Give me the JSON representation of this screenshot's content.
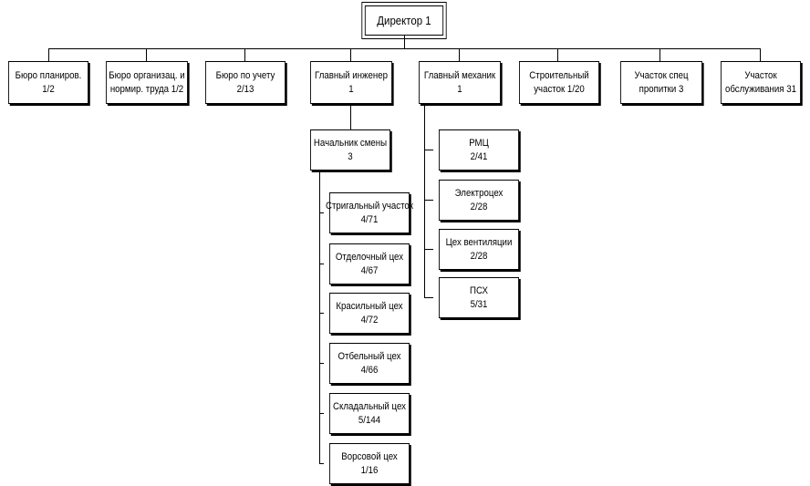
{
  "director": {
    "line1": "Директор 1"
  },
  "departments": [
    {
      "line1": "Бюро планиров.",
      "line2": "1/2"
    },
    {
      "line1": "Бюро организац. и",
      "line2": "нормир. труда 1/2"
    },
    {
      "line1": "Бюро по учету",
      "line2": "2/13"
    },
    {
      "line1": "Главный инженер",
      "line2": "1"
    },
    {
      "line1": "Главный механик",
      "line2": "1"
    },
    {
      "line1": "Строительный",
      "line2": "участок 1/20"
    },
    {
      "line1": "Участок спец",
      "line2": "пропитки 3"
    },
    {
      "line1": "Участок",
      "line2": "обслуживания 31"
    }
  ],
  "shift_head": {
    "line1": "Начальник смены",
    "line2": "3"
  },
  "workshops": [
    {
      "line1": "Стригальный участок",
      "line2": "4/71"
    },
    {
      "line1": "Отделочный цех",
      "line2": "4/67"
    },
    {
      "line1": "Красильный цех",
      "line2": "4/72"
    },
    {
      "line1": "Отбельный цех",
      "line2": "4/66"
    },
    {
      "line1": "Складальный цех",
      "line2": "5/144"
    },
    {
      "line1": "Ворсовой цех",
      "line2": "1/16"
    }
  ],
  "mechanic_units": [
    {
      "line1": "РМЦ",
      "line2": "2/41"
    },
    {
      "line1": "Электроцех",
      "line2": "2/28"
    },
    {
      "line1": "Цех вентиляции",
      "line2": "2/28"
    },
    {
      "line1": "ПСХ",
      "line2": "5/31"
    }
  ]
}
